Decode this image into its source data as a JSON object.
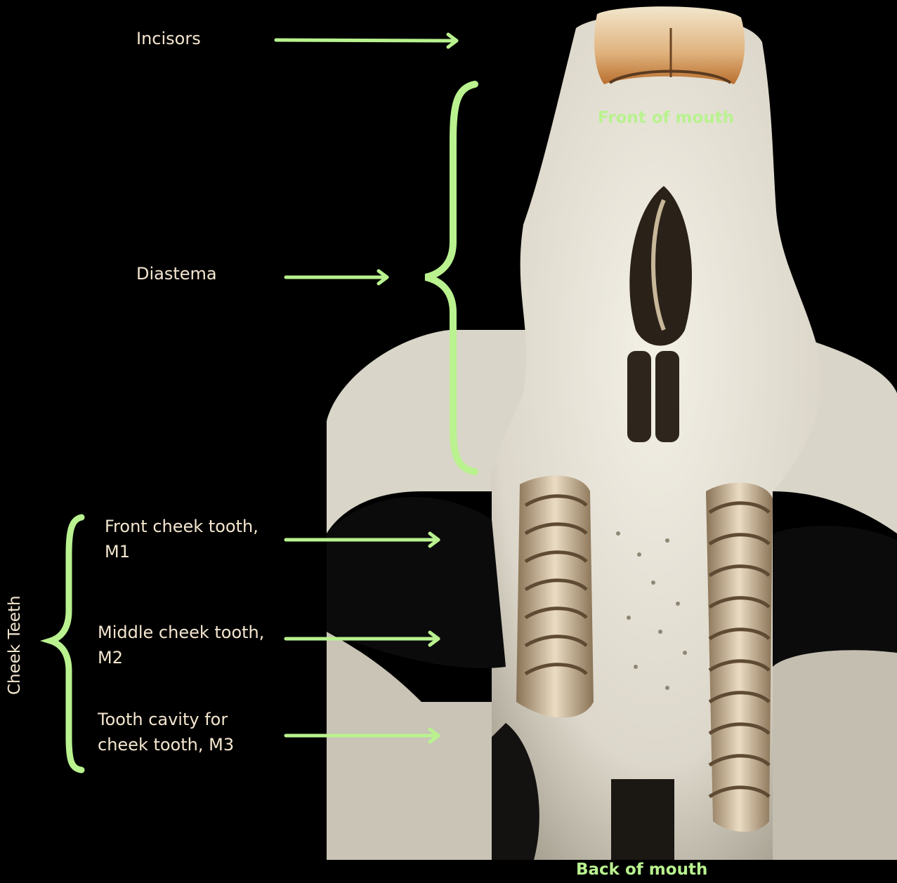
{
  "colors": {
    "background": "#000000",
    "label_text": "#f4e6cf",
    "accent_green": "#b9f28f",
    "bone": "#e6e2d6",
    "bone_shadow": "#a9a294",
    "tooth": "#d9cbb4",
    "incisor_stain": "#c8813f"
  },
  "labels": {
    "incisors": "Incisors",
    "diastema": "Diastema",
    "m1": "Front cheek tooth,\nM1",
    "m2": "Middle cheek tooth,\nM2",
    "m3": "Tooth cavity for\ncheek tooth, M3",
    "cheek_teeth": "Cheek Teeth"
  },
  "regions": {
    "front": "Front of mouth",
    "back": "Back of mouth"
  }
}
